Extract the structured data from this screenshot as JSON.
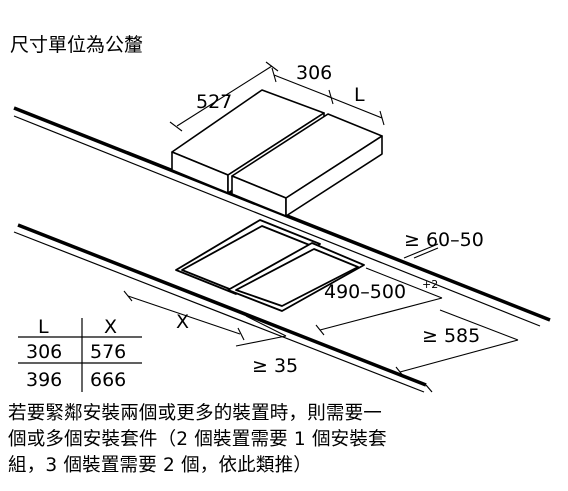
{
  "title": "尺寸單位為公釐",
  "dimensions": {
    "width_single": "306",
    "depth": "527",
    "length_label": "L",
    "front_gap": "≥ 60–50",
    "cutout_depth": "490–500",
    "cutout_tolerance": "+2",
    "cutout_width_label": "X",
    "side_gap": "≥ 35",
    "rear_gap": "≥ 585"
  },
  "table": {
    "headers": [
      "L",
      "X"
    ],
    "rows": [
      [
        "306",
        "576"
      ],
      [
        "396",
        "666"
      ]
    ]
  },
  "note_lines": [
    "若要緊鄰安裝兩個或更多的裝置時，則需要一",
    "個或多個安裝套件（2 個裝置需要 1 個安裝套",
    "組，3 個裝置需要 2 個，依此類推）"
  ]
}
